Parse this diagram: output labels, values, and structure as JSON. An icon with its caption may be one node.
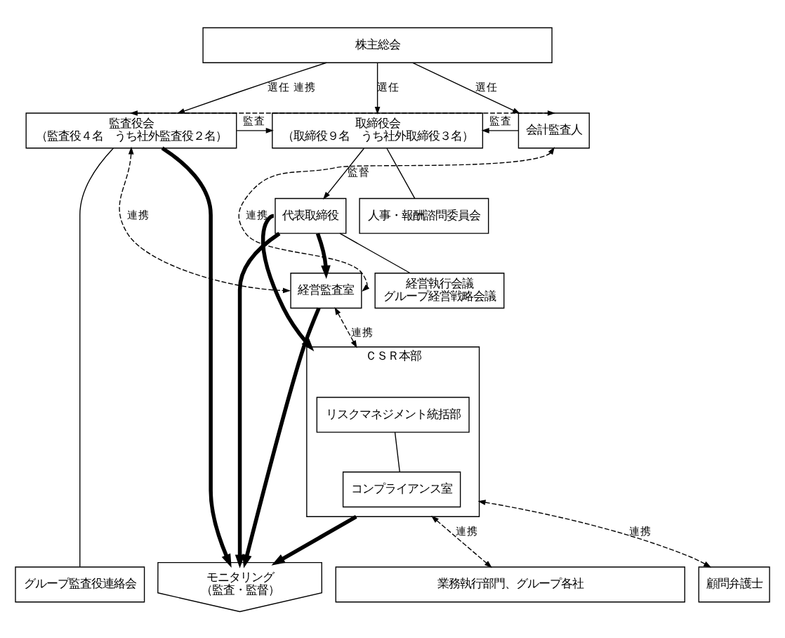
{
  "diagram": {
    "nodes": [
      {
        "text": [
          "株主総会"
        ]
      },
      {
        "text": [
          "監査役会",
          "（監査役４名　うち社外監査役２名）"
        ]
      },
      {
        "text": [
          "取締役会",
          "（取締役９名　うち社外取締役３名）"
        ]
      },
      {
        "text": [
          "会計監査人"
        ]
      },
      {
        "text": [
          "人事・報酬諮問委員会"
        ]
      },
      {
        "text": [
          "代表取締役"
        ]
      },
      {
        "text": [
          "経営執行会議",
          "グループ経営戦略会議"
        ]
      },
      {
        "text": [
          "経営監査室"
        ]
      },
      {
        "text": [
          "ＣＳＲ本部"
        ]
      },
      {
        "text": [
          "リスクマネジメント統括部"
        ],
        "in": 8
      },
      {
        "text": [
          "コンプライアンス室"
        ],
        "in": 8
      },
      {
        "text": [
          "顧問弁護士"
        ]
      },
      {
        "text": [
          "グループ監査役連絡会"
        ]
      },
      {
        "text": [
          "モニタリング",
          "（監査・監督）"
        ]
      },
      {
        "text": [
          "業務執行部門、グループ各社"
        ]
      }
    ],
    "edges": [
      {
        "from": 0,
        "to": 1,
        "arrow": "to",
        "label": "選任"
      },
      {
        "from": 0,
        "to": 2,
        "arrow": "to",
        "label": "選任"
      },
      {
        "from": 0,
        "to": 3,
        "arrow": "to",
        "label": "選任"
      },
      {
        "from": 1,
        "to": 3,
        "arrow": "both",
        "label": "連携",
        "style": "dashed"
      },
      {
        "from": 1,
        "to": 2,
        "arrow": "to",
        "label": "監査"
      },
      {
        "from": 3,
        "to": 2,
        "arrow": "to",
        "label": "監査"
      },
      {
        "from": 2,
        "to": 4,
        "arrow": "none"
      },
      {
        "from": 2,
        "to": 5,
        "arrow": "to",
        "label": "監督"
      },
      {
        "from": 5,
        "to": 6,
        "arrow": "none"
      },
      {
        "from": 1,
        "to": 7,
        "arrow": "both",
        "label": "連携",
        "style": "dashed"
      },
      {
        "from": 3,
        "to": 7,
        "arrow": "both",
        "label": "連携",
        "style": "dashed"
      },
      {
        "from": 5,
        "to": 7,
        "arrow": "to",
        "style": "thick"
      },
      {
        "from": 7,
        "to": 8,
        "arrow": "both",
        "label": "連携",
        "style": "dashed"
      },
      {
        "from": 5,
        "to": 8,
        "arrow": "to",
        "style": "thick"
      },
      {
        "from": 9,
        "to": 10,
        "arrow": "none"
      },
      {
        "from": 8,
        "to": 11,
        "arrow": "both",
        "label": "連携",
        "style": "dashed"
      },
      {
        "from": 1,
        "to": 12,
        "arrow": "none"
      },
      {
        "from": 1,
        "to": 13,
        "arrow": "to",
        "style": "thick"
      },
      {
        "from": 5,
        "to": 13,
        "arrow": "to",
        "style": "thick"
      },
      {
        "from": 7,
        "to": 13,
        "arrow": "to",
        "style": "thick"
      },
      {
        "from": 8,
        "to": 13,
        "arrow": "to",
        "style": "thick"
      },
      {
        "from": 8,
        "to": 14,
        "arrow": "both",
        "label": "連携",
        "style": "dashed"
      }
    ]
  }
}
